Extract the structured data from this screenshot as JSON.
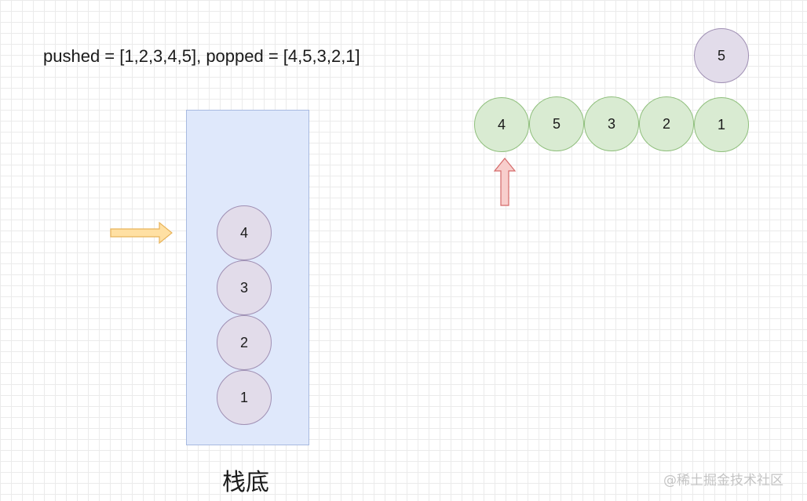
{
  "title": "pushed = [1,2,3,4,5], popped = [4,5,3,2,1]",
  "stack": {
    "label": "栈底",
    "items": [
      "4",
      "3",
      "2",
      "1"
    ]
  },
  "popped_sequence": [
    "4",
    "5",
    "3",
    "2",
    "1"
  ],
  "pending_value": "5",
  "watermark": "@稀土掘金技术社区",
  "colors": {
    "stack_fill": "#dfe8fb",
    "stack_ball_fill": "#e2dcea",
    "sequence_ball_fill": "#d9ebd2",
    "push_arrow": "#ffe0a3",
    "pointer_arrow": "#f8cecc"
  }
}
